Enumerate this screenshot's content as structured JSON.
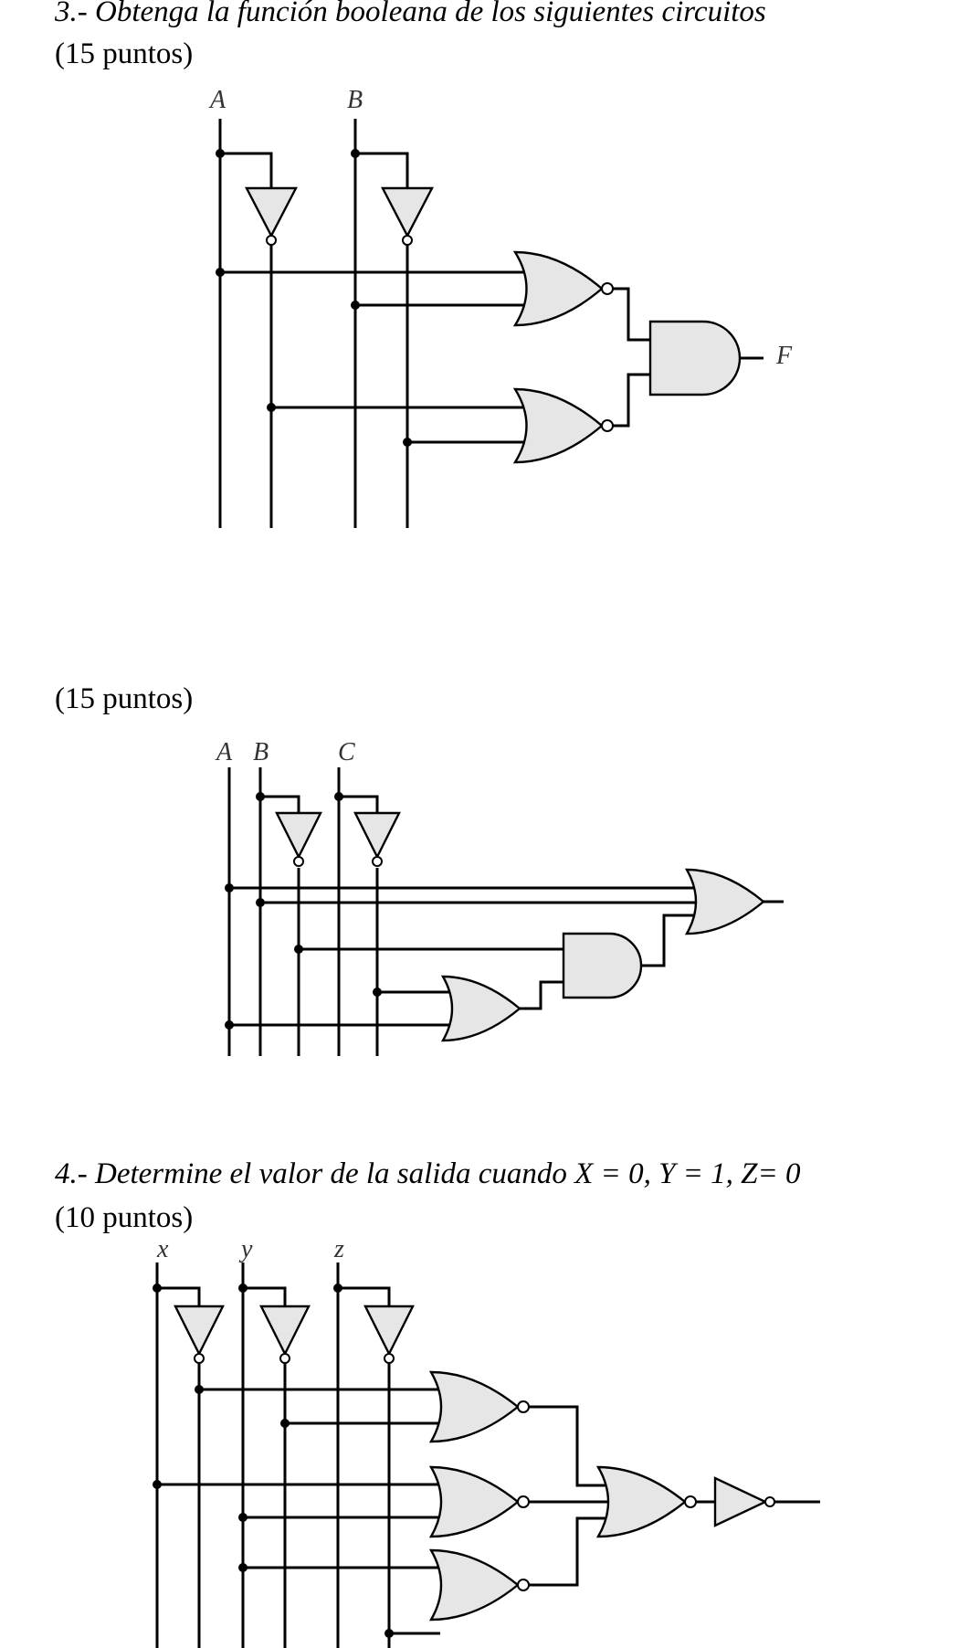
{
  "problem3": {
    "title": "3.- Obtenga la función booleana de los siguientes circuitos",
    "circuit1": {
      "points": "(15 puntos)",
      "inputs": [
        "A",
        "B"
      ],
      "output": "F"
    },
    "circuit2": {
      "points": "(15 puntos)",
      "inputs": [
        "A",
        "B",
        "C"
      ]
    }
  },
  "problem4": {
    "title": "4.- Determine el valor de la salida cuando X = 0, Y = 1, Z= 0",
    "points": "(10 puntos)",
    "inputs": [
      "x",
      "y",
      "z"
    ]
  }
}
